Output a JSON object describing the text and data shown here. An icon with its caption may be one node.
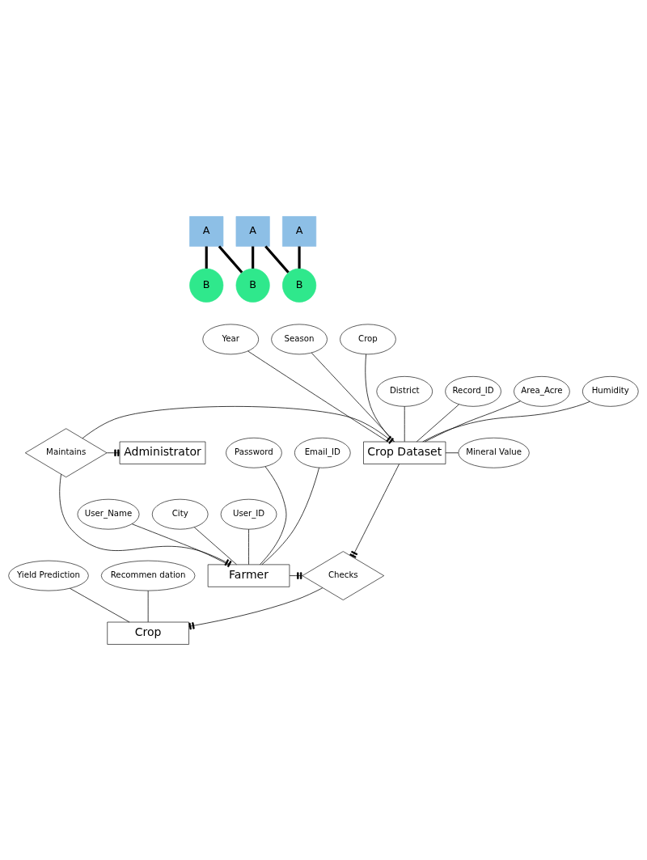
{
  "diagram": {
    "nodes": [
      {
        "text": [
          "A"
        ]
      },
      {
        "text": [
          "A"
        ]
      },
      {
        "text": [
          "A"
        ]
      },
      {
        "text": [
          "B"
        ]
      },
      {
        "text": [
          "B"
        ]
      },
      {
        "text": [
          "B"
        ]
      },
      {
        "text": [
          "Year"
        ]
      },
      {
        "text": [
          "Season"
        ]
      },
      {
        "text": [
          "Crop"
        ]
      },
      {
        "text": [
          "District"
        ]
      },
      {
        "text": [
          "Record_ID"
        ]
      },
      {
        "text": [
          "Area_Acre"
        ]
      },
      {
        "text": [
          "Humidity"
        ]
      },
      {
        "text": [
          "Administrator"
        ]
      },
      {
        "text": [
          "Maintains"
        ]
      },
      {
        "text": [
          "Crop Dataset"
        ]
      },
      {
        "text": [
          "Mineral Value"
        ]
      },
      {
        "text": [
          "Password"
        ]
      },
      {
        "text": [
          "Email_ID"
        ]
      },
      {
        "text": [
          "User_Name"
        ]
      },
      {
        "text": [
          "City"
        ]
      },
      {
        "text": [
          "User_ID"
        ]
      },
      {
        "text": [
          "Farmer"
        ]
      },
      {
        "text": [
          "Checks"
        ]
      },
      {
        "text": [
          "Yield Prediction"
        ]
      },
      {
        "text": [
          "Recommen dation"
        ]
      },
      {
        "text": [
          "Crop"
        ]
      }
    ],
    "edges": [
      {
        "from": 0,
        "to": 3,
        "arrow": "none",
        "style": "thick"
      },
      {
        "from": 0,
        "to": 4,
        "arrow": "none",
        "style": "thick"
      },
      {
        "from": 1,
        "to": 3,
        "arrow": "none",
        "style": "thick"
      },
      {
        "from": 1,
        "to": 5,
        "arrow": "none",
        "style": "thick"
      },
      {
        "from": 2,
        "to": 4,
        "arrow": "none",
        "style": "thick"
      },
      {
        "from": 10,
        "to": 15,
        "arrow": "none"
      },
      {
        "from": 9,
        "to": 15,
        "arrow": "none"
      },
      {
        "from": 7,
        "to": 15,
        "arrow": "none"
      },
      {
        "from": 6,
        "to": 15,
        "arrow": "none"
      },
      {
        "from": 8,
        "to": 15,
        "arrow": "none"
      },
      {
        "from": 11,
        "to": 15,
        "arrow": "none"
      },
      {
        "from": 12,
        "to": 15,
        "arrow": "none"
      },
      {
        "from": 15,
        "to": 16,
        "arrow": "none"
      },
      {
        "from": 14,
        "to": 13,
        "arrow": "other"
      },
      {
        "from": 14,
        "to": 15,
        "arrow": "other"
      },
      {
        "from": 14,
        "to": 22,
        "arrow": "other"
      },
      {
        "from": 21,
        "to": 22,
        "arrow": "none"
      },
      {
        "from": 19,
        "to": 22,
        "arrow": "none"
      },
      {
        "from": 17,
        "to": 22,
        "arrow": "none"
      },
      {
        "from": 18,
        "to": 22,
        "arrow": "none"
      },
      {
        "from": 20,
        "to": 22,
        "arrow": "none"
      },
      {
        "from": 22,
        "to": 23,
        "arrow": "other"
      },
      {
        "from": 15,
        "to": 23,
        "arrow": "other"
      },
      {
        "from": 23,
        "to": 26,
        "arrow": "other"
      },
      {
        "from": 24,
        "to": 26,
        "arrow": "none"
      },
      {
        "from": 25,
        "to": 26,
        "arrow": "none"
      }
    ]
  }
}
